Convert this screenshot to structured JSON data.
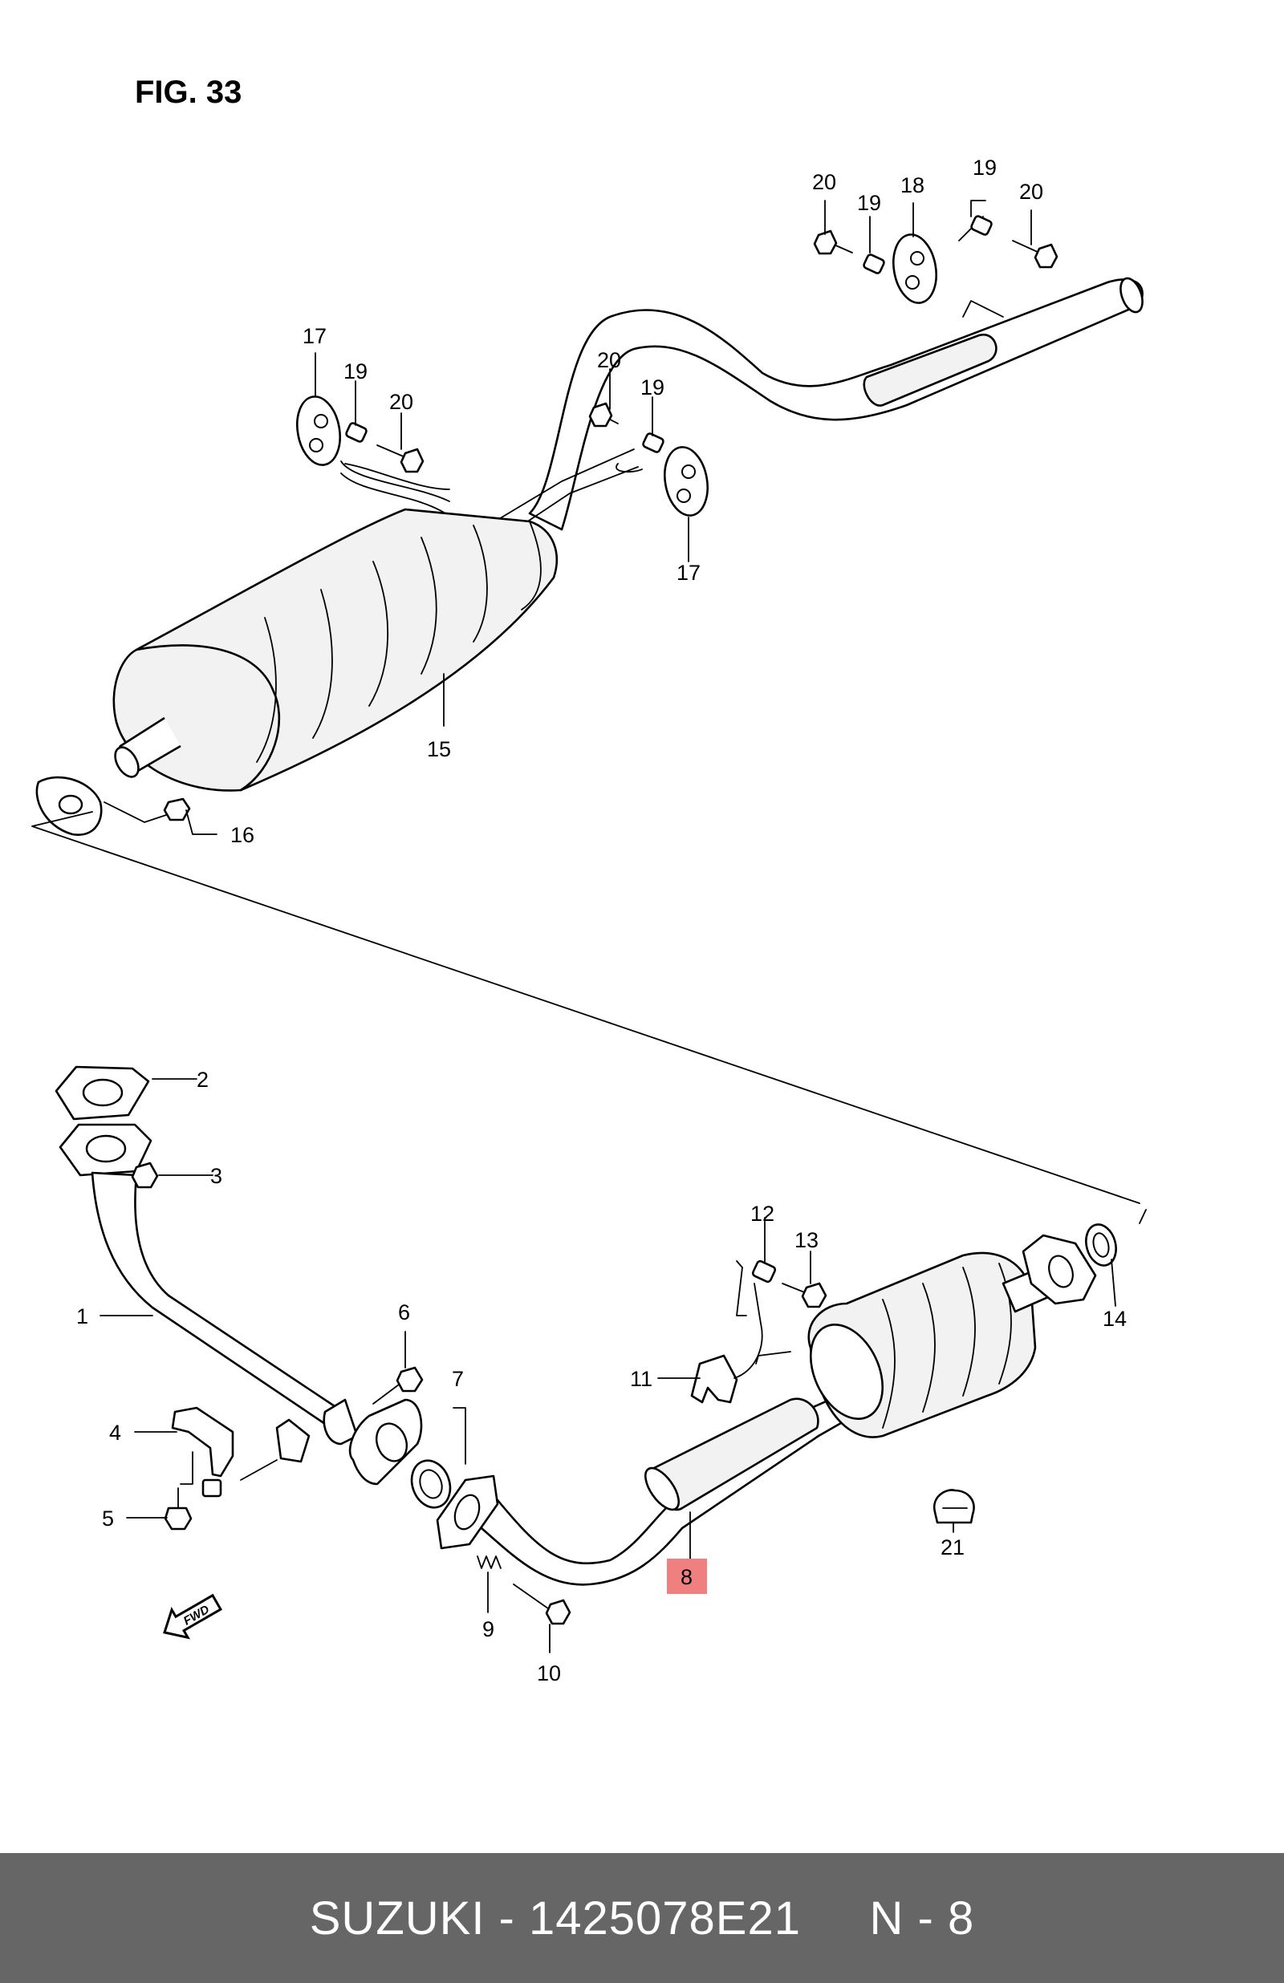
{
  "figure": {
    "title": "FIG. 33",
    "callouts": [
      "20",
      "19",
      "18",
      "19",
      "20",
      "17",
      "19",
      "20",
      "20",
      "19",
      "17",
      "15",
      "16",
      "2",
      "3",
      "12",
      "13",
      "14",
      "1",
      "6",
      "7",
      "11",
      "4",
      "5",
      "21",
      "9",
      "10",
      "8"
    ],
    "highlighted_callout": "8",
    "highlight_color": "#f08080",
    "direction_marker": "FWD"
  },
  "footer": {
    "text": "SUZUKI - 1425078E21     N - 8",
    "background": "#666666"
  }
}
